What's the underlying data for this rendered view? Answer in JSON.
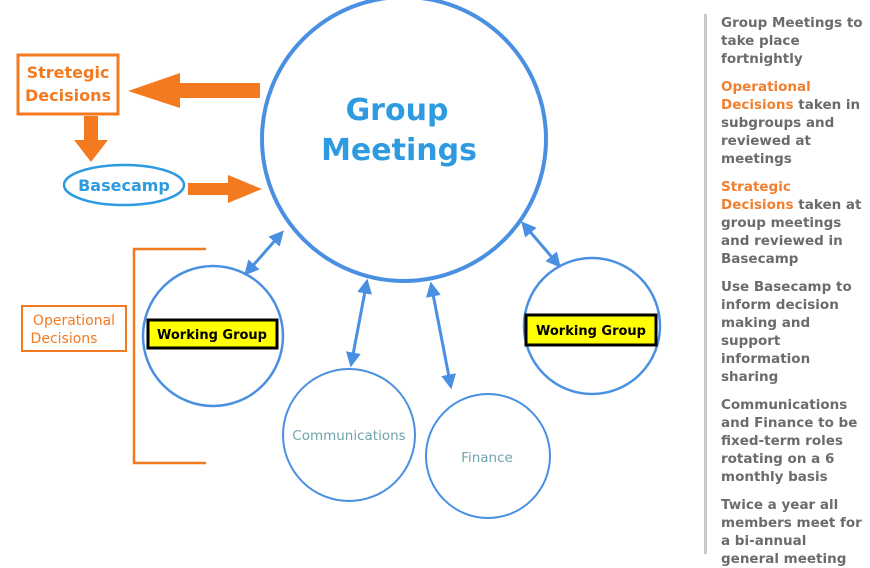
{
  "diagram": {
    "center_label_line1": "Group",
    "center_label_line2": "Meetings",
    "strategic_label_line1": "Stretegic",
    "strategic_label_line2": "Decisions",
    "basecamp_label": "Basecamp",
    "operational_label_line1": "Operational",
    "operational_label_line2": "Decisions",
    "working_group_left": "Working Group",
    "working_group_right": "Working Group",
    "communications": "Communications",
    "finance": "Finance",
    "colors": {
      "blue": "#4a90e2",
      "center_text": "#2e9be0",
      "orange": "#f47a20",
      "highlight_box": "#ffff00",
      "role_text": "#6fa3ad"
    }
  },
  "notes": [
    {
      "highlight": "",
      "text": "Group Meetings to take place fortnightly"
    },
    {
      "highlight": "Operational Decisions",
      "text": " taken in subgroups and reviewed at meetings"
    },
    {
      "highlight": "Strategic Decisions",
      "text": " taken at group meetings and reviewed in Basecamp"
    },
    {
      "highlight": "",
      "text": "Use Basecamp to inform decision making and support information sharing"
    },
    {
      "highlight": "",
      "text": "Communications and Finance to be fixed-term roles rotating on a 6 monthly basis"
    },
    {
      "highlight": "",
      "text": "Twice a year all members meet for a bi-annual general meeting"
    }
  ]
}
